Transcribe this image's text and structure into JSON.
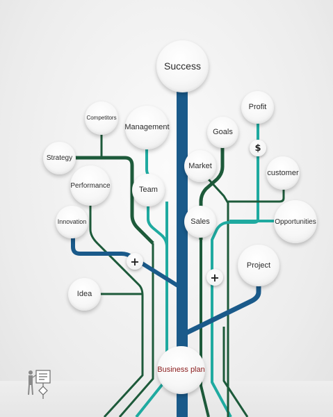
{
  "colors": {
    "navy": "#1a5a8a",
    "teal": "#1faaa0",
    "darkgreen": "#1d5a3a",
    "business_plan_text": "#8a1b1b"
  },
  "nodes": {
    "success": "Success",
    "competitors": "Competitors",
    "management": "Management",
    "goals": "Goals",
    "profit": "Profit",
    "strategy": "Strategy",
    "market": "Market",
    "customer": "customer",
    "performance": "Performance",
    "team": "Team",
    "innovation": "Innovation",
    "sales": "Sales",
    "opportunities": "Opportunities",
    "project": "Project",
    "idea": "Idea",
    "business_plan": "Business plan"
  },
  "badges": {
    "dollar": "$",
    "plus_left": "+",
    "plus_right": "+"
  },
  "icons": {
    "presenter": "presenter-flowchart-icon"
  }
}
